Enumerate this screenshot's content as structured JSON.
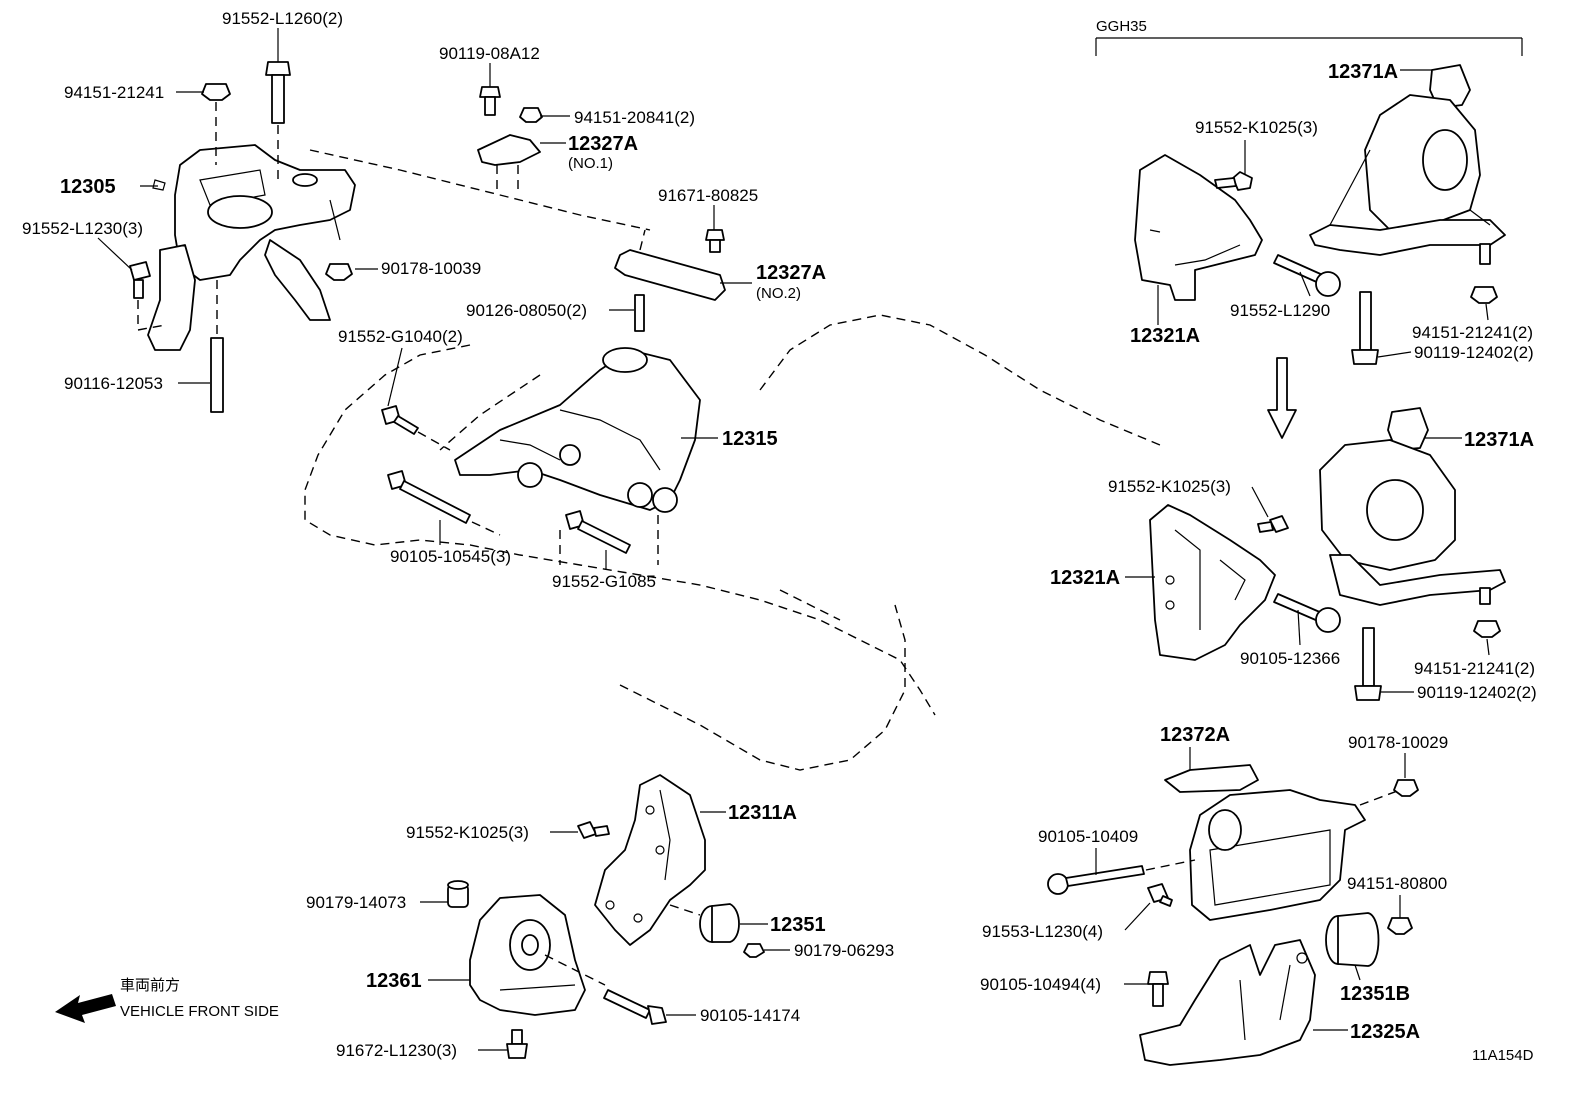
{
  "labels": {
    "l_91552_L1260": "91552-L1260(2)",
    "l_94151_21241_a": "94151-21241",
    "l_12305": "12305",
    "l_91552_L1230": "91552-L1230(3)",
    "l_90178_10039": "90178-10039",
    "l_90116_12053": "90116-12053",
    "l_90119_08A12": "90119-08A12",
    "l_94151_20841": "94151-20841(2)",
    "l_12327A_1": "12327A",
    "l_no1": "(NO.1)",
    "l_91671_80825": "91671-80825",
    "l_12327A_2": "12327A",
    "l_no2": "(NO.2)",
    "l_90126_08050": "90126-08050(2)",
    "l_91552_G1040": "91552-G1040(2)",
    "l_12315": "12315",
    "l_90105_10545": "90105-10545(3)",
    "l_91552_G1085": "91552-G1085",
    "l_ggh35": "GGH35",
    "l_12371A_a": "12371A",
    "l_91552_K1025_a": "91552-K1025(3)",
    "l_91552_L1290": "91552-L1290",
    "l_12321A_a": "12321A",
    "l_94151_21241_b": "94151-21241(2)",
    "l_90119_12402_a": "90119-12402(2)",
    "l_12371A_b": "12371A",
    "l_91552_K1025_b": "91552-K1025(3)",
    "l_12321A_b": "12321A",
    "l_90105_12366": "90105-12366",
    "l_94151_21241_c": "94151-21241(2)",
    "l_90119_12402_b": "90119-12402(2)",
    "l_12372A": "12372A",
    "l_90178_10029": "90178-10029",
    "l_90105_10409": "90105-10409",
    "l_94151_80800": "94151-80800",
    "l_91553_L1230": "91553-L1230(4)",
    "l_90105_10494": "90105-10494(4)",
    "l_12351B": "12351B",
    "l_12325A": "12325A",
    "l_12311A": "12311A",
    "l_91552_K1025_c": "91552-K1025(3)",
    "l_90179_14073": "90179-14073",
    "l_12351": "12351",
    "l_90179_06293": "90179-06293",
    "l_12361": "12361",
    "l_90105_14174": "90105-14174",
    "l_91672_L1230": "91672-L1230(3)",
    "l_front_jp": "車両前方",
    "l_front_en": "VEHICLE FRONT SIDE",
    "l_ref": "11A154D"
  }
}
